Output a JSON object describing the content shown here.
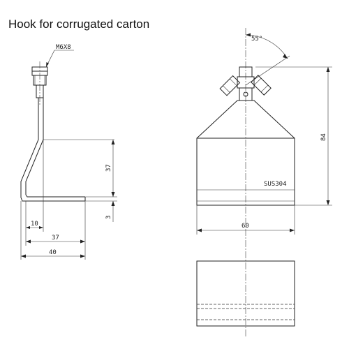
{
  "title": "Hook for corrugated carton",
  "labels": {
    "bolt": "M6X8",
    "angle": "55°",
    "material": "SUS304"
  },
  "dimensions": {
    "side_height": "37",
    "side_offset": "3",
    "side_inner": "10",
    "side_depth": "37",
    "side_total": "40",
    "front_height": "84",
    "front_width": "60"
  }
}
